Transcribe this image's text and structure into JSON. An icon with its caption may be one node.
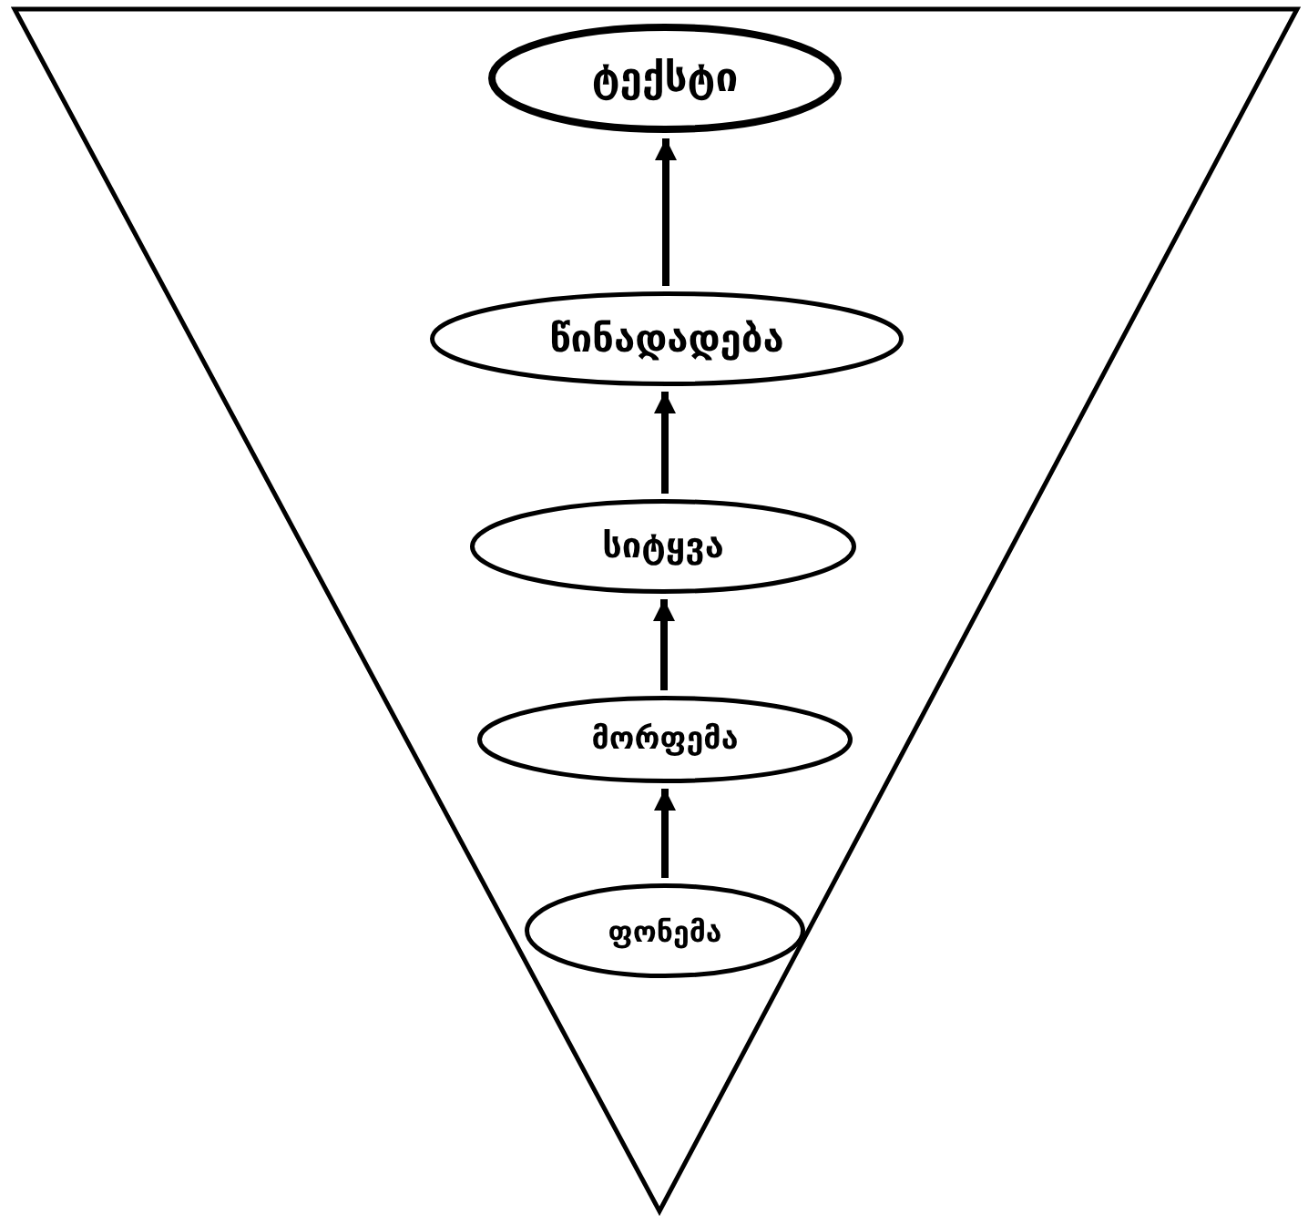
{
  "diagram": {
    "nodes": [
      {
        "text": [
          "ტექსტი"
        ]
      },
      {
        "text": [
          "წინადადება"
        ]
      },
      {
        "text": [
          "სიტყვა"
        ]
      },
      {
        "text": [
          "მორფემა"
        ]
      },
      {
        "text": [
          "ფონემა"
        ]
      }
    ],
    "edges": [
      {
        "from": 1,
        "to": 0,
        "arrow": "to"
      },
      {
        "from": 2,
        "to": 1,
        "arrow": "to"
      },
      {
        "from": 3,
        "to": 2,
        "arrow": "to"
      },
      {
        "from": 4,
        "to": 3,
        "arrow": "to"
      }
    ]
  }
}
